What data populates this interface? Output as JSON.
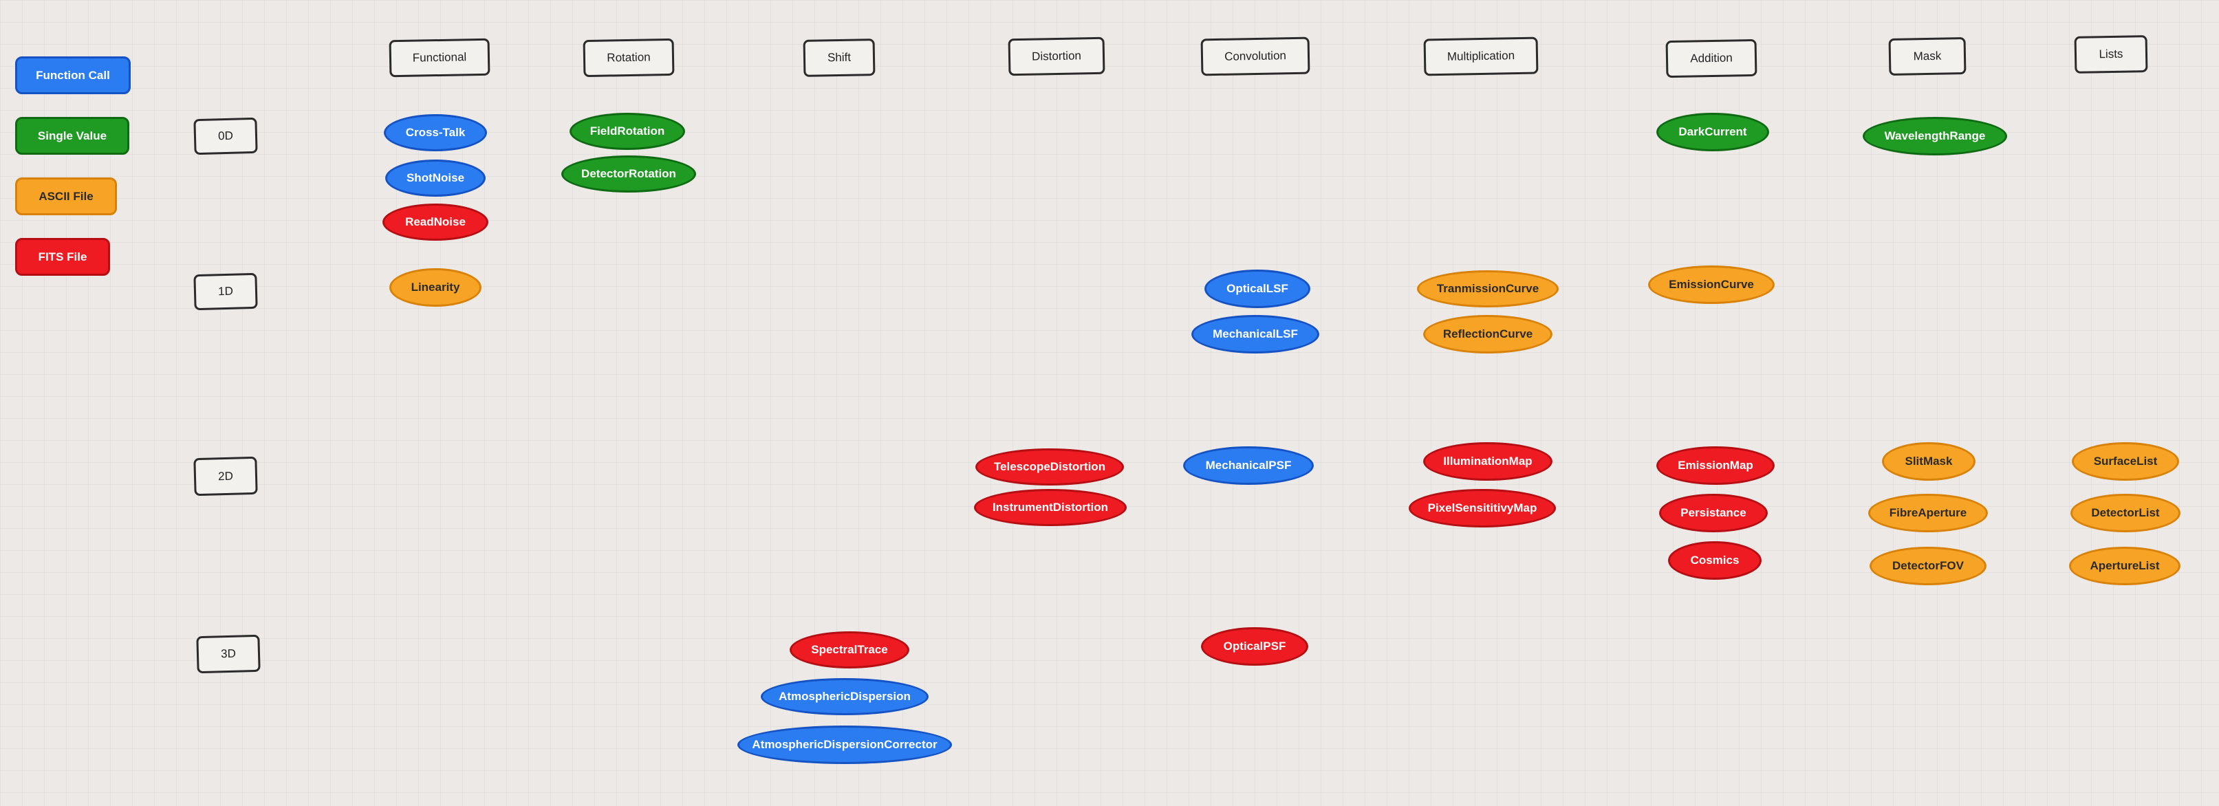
{
  "legend": {
    "function_call": "Function Call",
    "single_value": "Single Value",
    "ascii_file": "ASCII File",
    "fits_file": "FITS File"
  },
  "columns": {
    "functional": "Functional",
    "rotation": "Rotation",
    "shift": "Shift",
    "distortion": "Distortion",
    "convolution": "Convolution",
    "multiplication": "Multiplication",
    "addition": "Addition",
    "mask": "Mask",
    "lists": "Lists"
  },
  "rows": {
    "d0": "0D",
    "d1": "1D",
    "d2": "2D",
    "d3": "3D"
  },
  "nodes": {
    "cross_talk": "Cross-Talk",
    "shot_noise": "ShotNoise",
    "read_noise": "ReadNoise",
    "linearity": "Linearity",
    "field_rotation": "FieldRotation",
    "detector_rotation": "DetectorRotation",
    "spectral_trace": "SpectralTrace",
    "atmospheric_dispersion": "AtmosphericDispersion",
    "atmospheric_dispersion_corrector": "AtmosphericDispersionCorrector",
    "telescope_distortion": "TelescopeDistortion",
    "instrument_distortion": "InstrumentDistortion",
    "optical_lsf": "OpticalLSF",
    "mechanical_lsf": "MechanicalLSF",
    "mechanical_psf": "MechanicalPSF",
    "optical_psf": "OpticalPSF",
    "transmission_curve": "TranmissionCurve",
    "reflection_curve": "ReflectionCurve",
    "illumination_map": "IlluminationMap",
    "pixel_sensitivity_map": "PixelSensititivyMap",
    "dark_current": "DarkCurrent",
    "emission_curve": "EmissionCurve",
    "emission_map": "EmissionMap",
    "persistance": "Persistance",
    "cosmics": "Cosmics",
    "wavelength_range": "WavelengthRange",
    "slit_mask": "SlitMask",
    "fibre_aperture": "FibreAperture",
    "detector_fov": "DetectorFOV",
    "surface_list": "SurfaceList",
    "detector_list": "DetectorList",
    "aperture_list": "ApertureList"
  },
  "colors": {
    "function_call": "#2b7cf0",
    "single_value": "#1f9a23",
    "ascii_file": "#f7a426",
    "fits_file": "#ee1b22"
  }
}
